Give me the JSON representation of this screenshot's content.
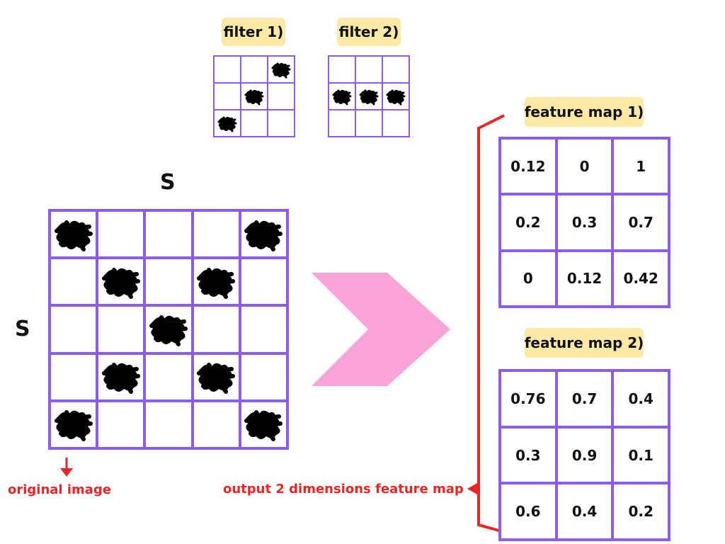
{
  "filters": [
    {
      "label": "filter 1)",
      "marks": [
        [
          0,
          2
        ],
        [
          1,
          1
        ],
        [
          2,
          0
        ]
      ]
    },
    {
      "label": "filter 2)",
      "marks": [
        [
          1,
          0
        ],
        [
          1,
          1
        ],
        [
          1,
          2
        ]
      ]
    }
  ],
  "original_image": {
    "side_label_top": "S",
    "side_label_left": "S",
    "size": 5,
    "marks": [
      [
        0,
        0
      ],
      [
        0,
        4
      ],
      [
        1,
        1
      ],
      [
        1,
        3
      ],
      [
        2,
        2
      ],
      [
        3,
        1
      ],
      [
        3,
        3
      ],
      [
        4,
        0
      ],
      [
        4,
        4
      ]
    ],
    "caption": "original image"
  },
  "feature_maps": [
    {
      "label": "feature map 1)",
      "values": [
        [
          "0.12",
          "0",
          "1"
        ],
        [
          "0.2",
          "0.3",
          "0.7"
        ],
        [
          "0",
          "0.12",
          "0.42"
        ]
      ]
    },
    {
      "label": "feature map 2)",
      "values": [
        [
          "0.76",
          "0.7",
          "0.4"
        ],
        [
          "0.3",
          "0.9",
          "0.1"
        ],
        [
          "0.6",
          "0.4",
          "0.2"
        ]
      ]
    }
  ],
  "output_caption": "output 2 dimensions feature map",
  "colors": {
    "grid": "#8c5cf2",
    "arrow": "#f9a3d8",
    "bracket": "#ee2424",
    "pill": "#fde9a6"
  }
}
